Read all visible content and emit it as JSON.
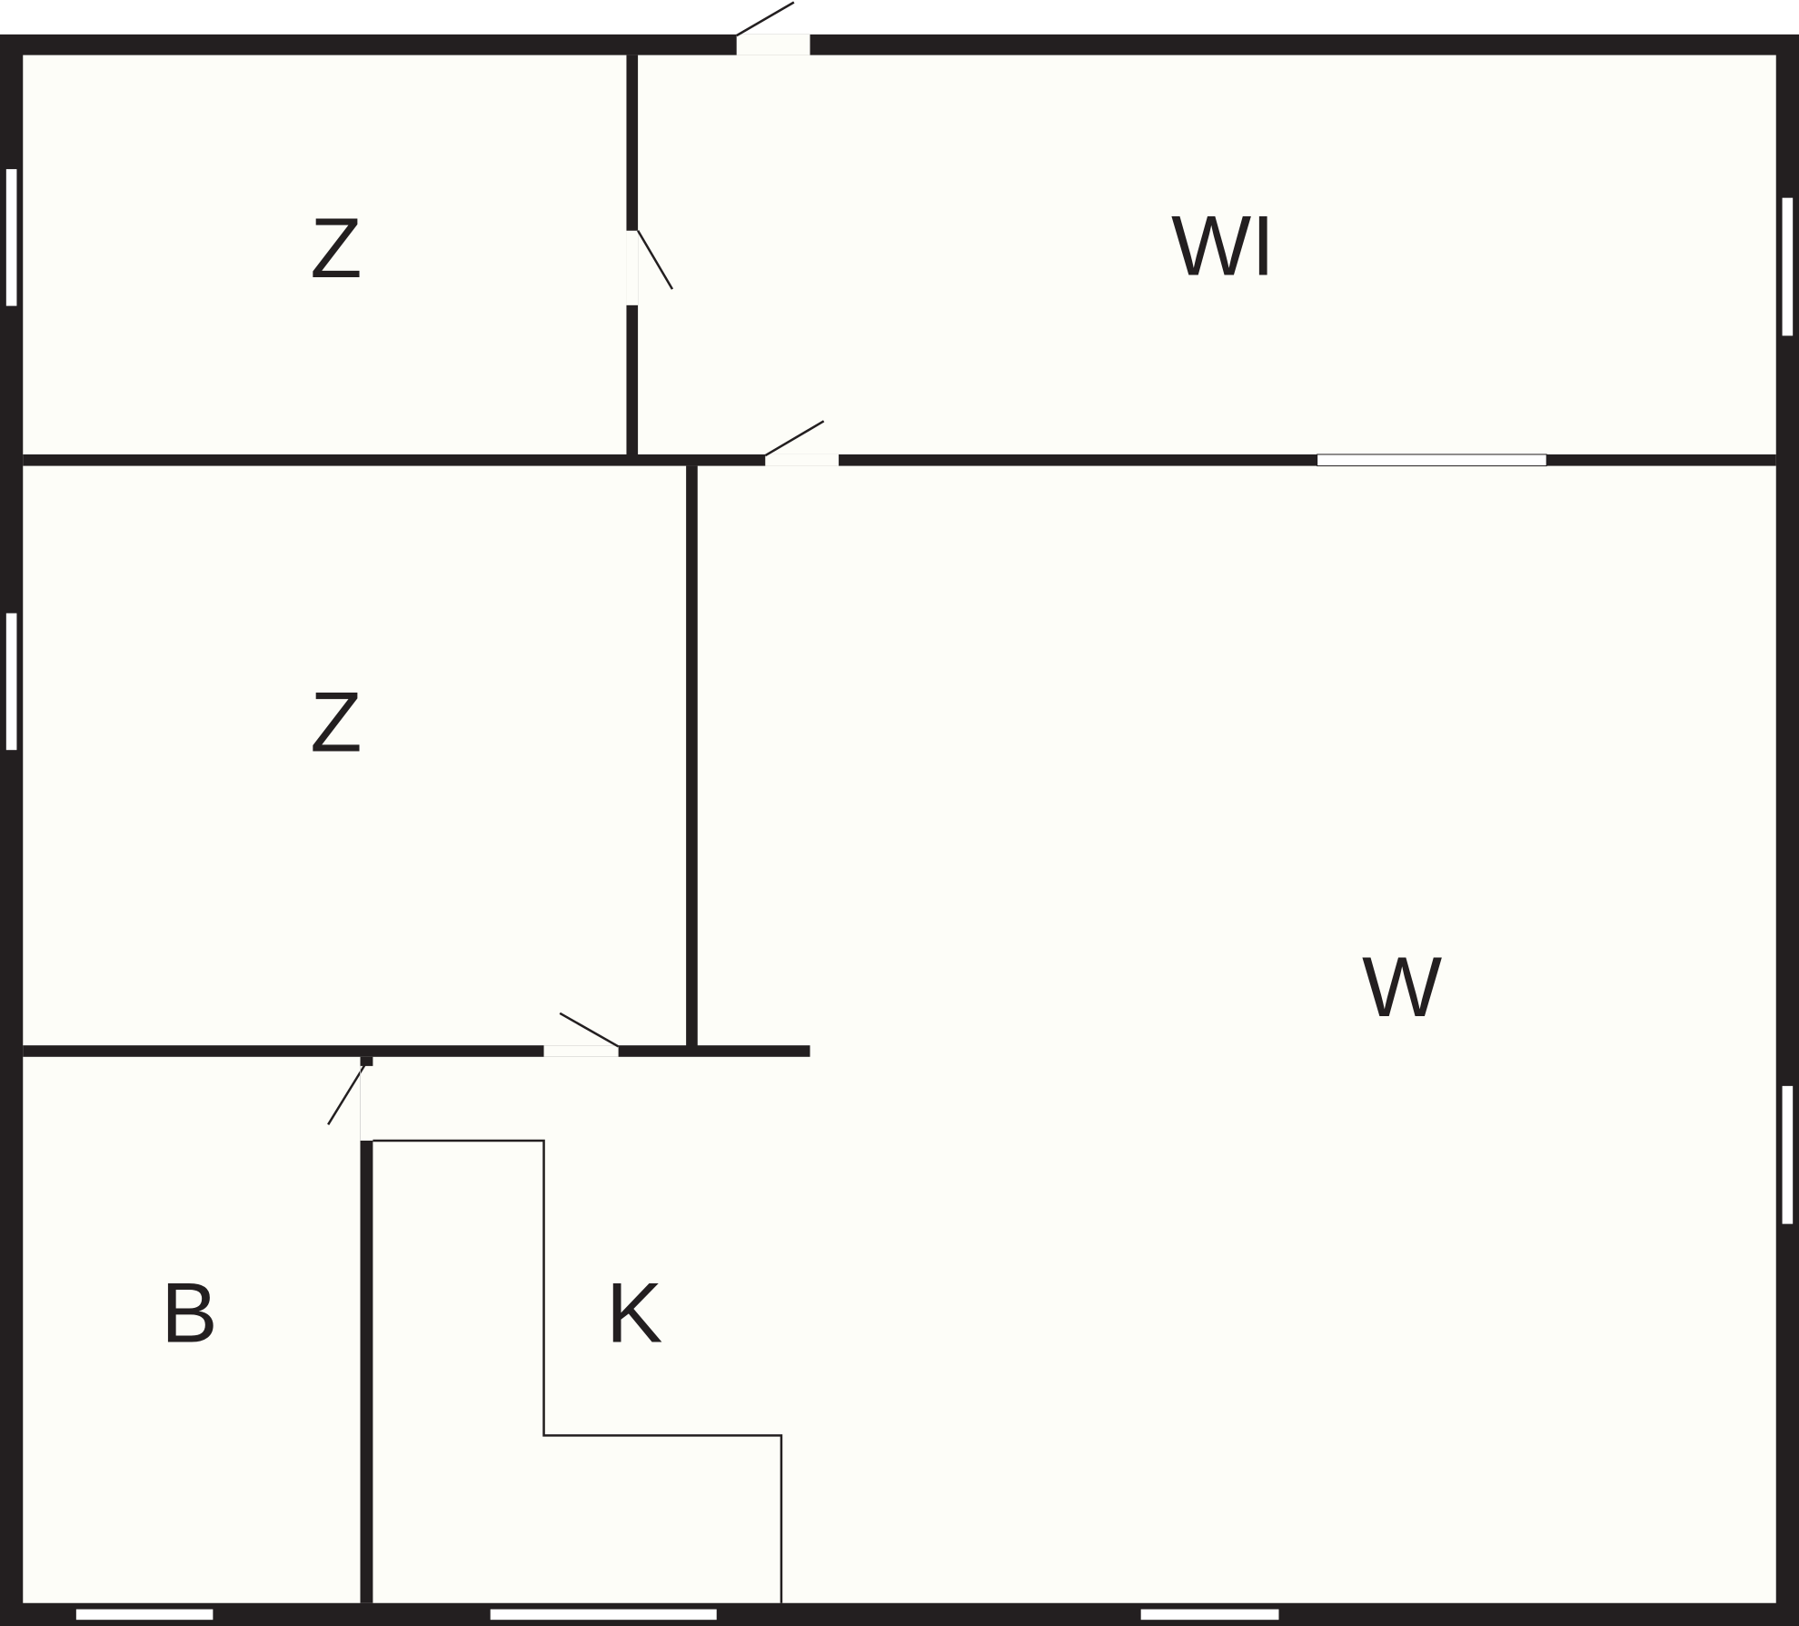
{
  "plan": {
    "rooms": [
      {
        "label": "Z"
      },
      {
        "label": "WI"
      },
      {
        "label": "Z"
      },
      {
        "label": "W"
      },
      {
        "label": "B"
      },
      {
        "label": "K"
      }
    ]
  },
  "colors": {
    "wall": "#231f20",
    "floor": "#fdfdf8",
    "window": "#ffffff"
  }
}
